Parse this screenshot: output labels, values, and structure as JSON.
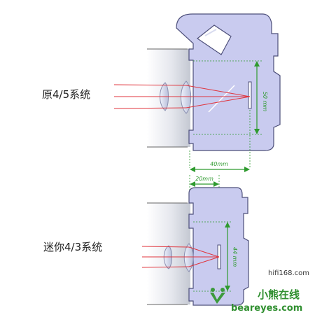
{
  "labels": {
    "system_top": "原4/5系统",
    "system_bottom": "迷你4/3系统"
  },
  "dimensions": {
    "top_height": "50 mm",
    "top_flange": "40mm",
    "bottom_flange": "20mm",
    "bottom_height": "44 mm"
  },
  "watermarks": {
    "top_right": "hifi168.com",
    "brand_cn": "小熊在线",
    "brand_url": "beareyes.com"
  },
  "colors": {
    "body_fill": "#c9cbef",
    "body_stroke": "#4d4f7a",
    "lens_fill": "#d7dcef",
    "ray": "#e0353d",
    "dimension": "#2e9a2e"
  }
}
